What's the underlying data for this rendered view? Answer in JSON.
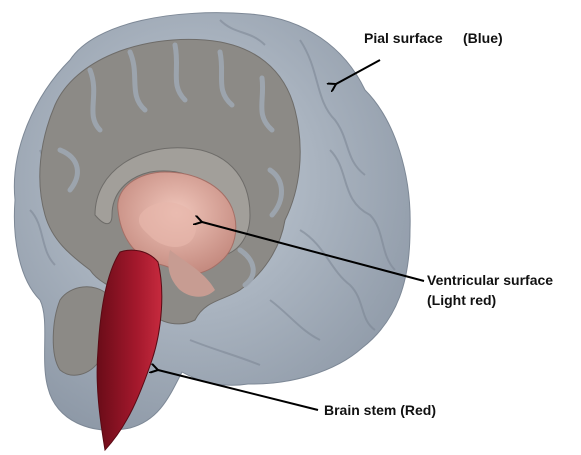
{
  "labels": {
    "pial": {
      "text": "Pial surface",
      "color_note": "(Blue)"
    },
    "ventricular": {
      "line1": "Ventricular surface",
      "line2": "(Light red)"
    },
    "brain_stem": {
      "text": "Brain stem (Red)"
    }
  },
  "colors": {
    "pial_surface": "#a9b3bf",
    "cut_surface": "#8c8a86",
    "ventricular_surface": "#d9a59a",
    "brain_stem": "#a3182c",
    "arrow": "#000000"
  }
}
